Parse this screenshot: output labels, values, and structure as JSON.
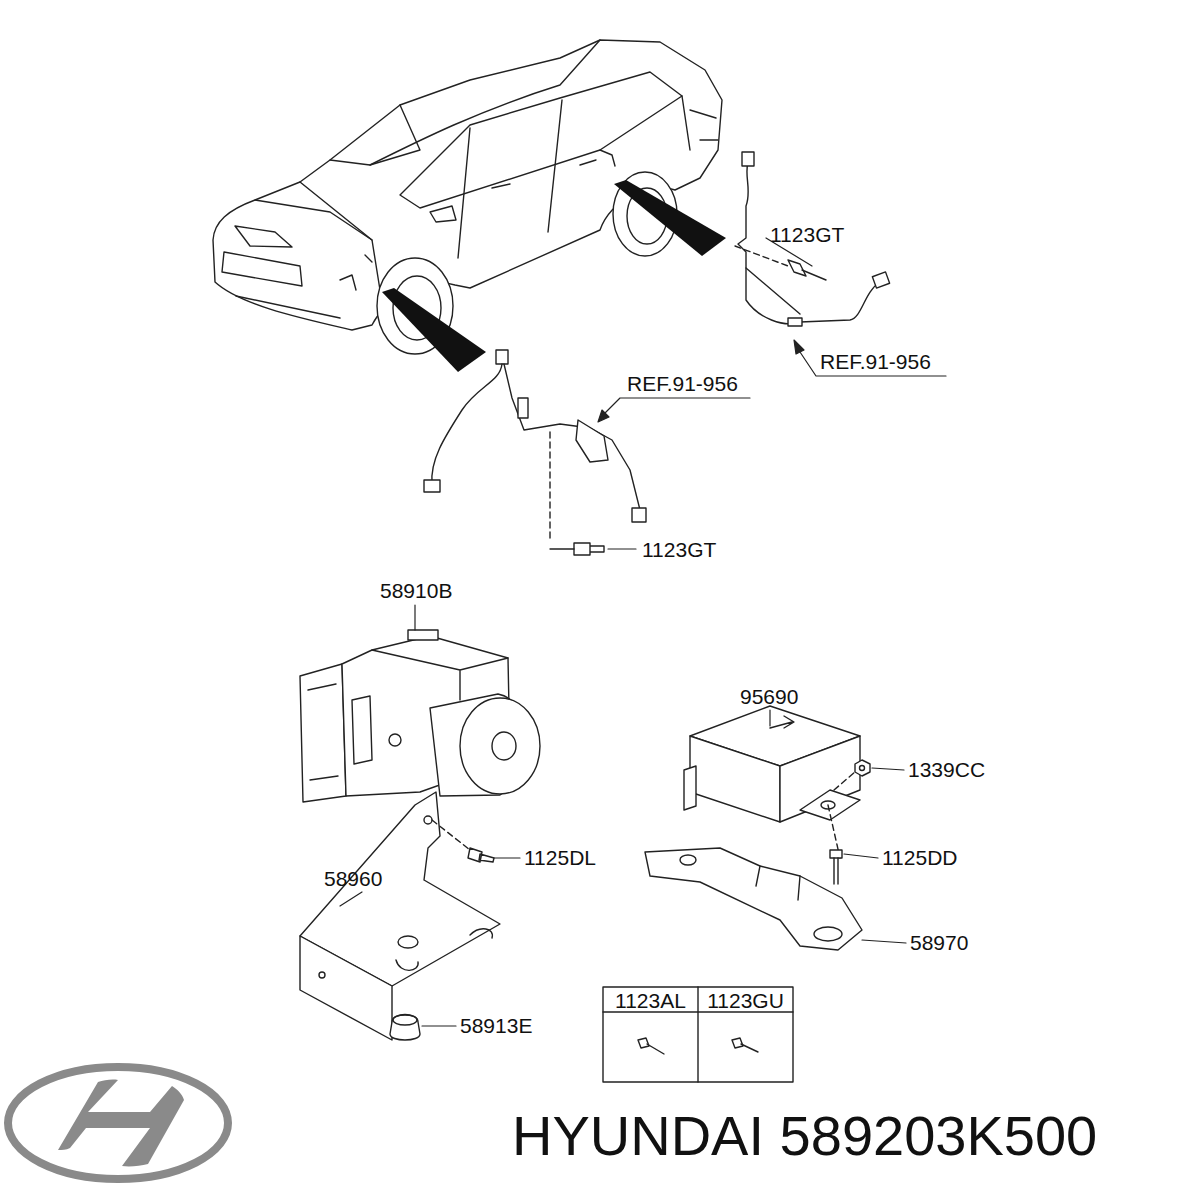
{
  "diagram": {
    "labels": [
      "1123GT",
      "REF.91-956",
      "REF.91-956",
      "1123GT",
      "58910B",
      "95690",
      "1339CC",
      "1125DL",
      "1125DD",
      "58960",
      "58970",
      "58913E",
      "1123AL",
      "1123GU",
      "HYUNDAI 589203K500"
    ]
  }
}
